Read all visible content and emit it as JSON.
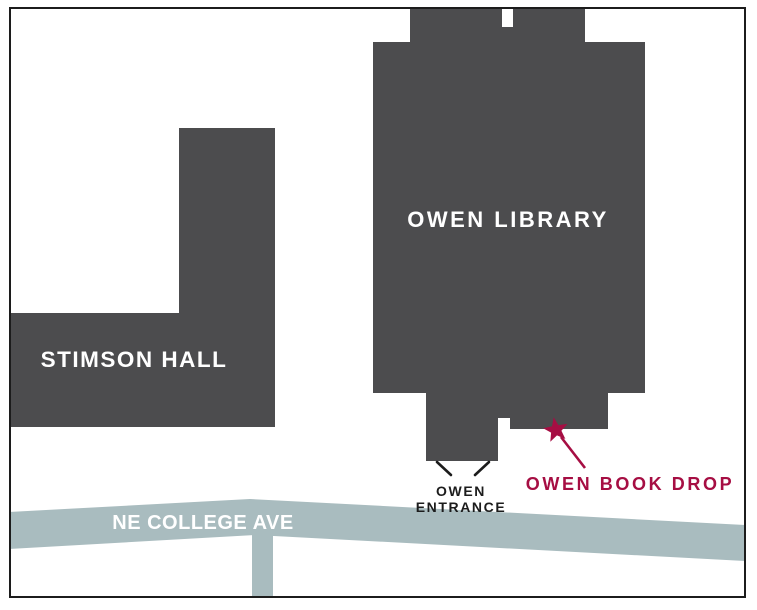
{
  "map": {
    "colors": {
      "building": "#4c4c4e",
      "road": "#a9bcbf",
      "accent": "#a60e43",
      "outline": "#1c1c1c",
      "building_label": "#ffffff",
      "road_label": "#ffffff",
      "entrance_label": "#1c1c1c"
    },
    "buildings": [
      {
        "id": "owen-library",
        "label": "OWEN LIBRARY"
      },
      {
        "id": "stimson-hall",
        "label": "STIMSON HALL"
      }
    ],
    "roads": [
      {
        "id": "ne-college-ave",
        "label": "NE COLLEGE AVE"
      }
    ],
    "markers": [
      {
        "id": "owen-entrance",
        "line1": "OWEN",
        "line2": "ENTRANCE"
      },
      {
        "id": "owen-book-drop",
        "label": "OWEN BOOK DROP",
        "symbol": "star"
      }
    ]
  }
}
